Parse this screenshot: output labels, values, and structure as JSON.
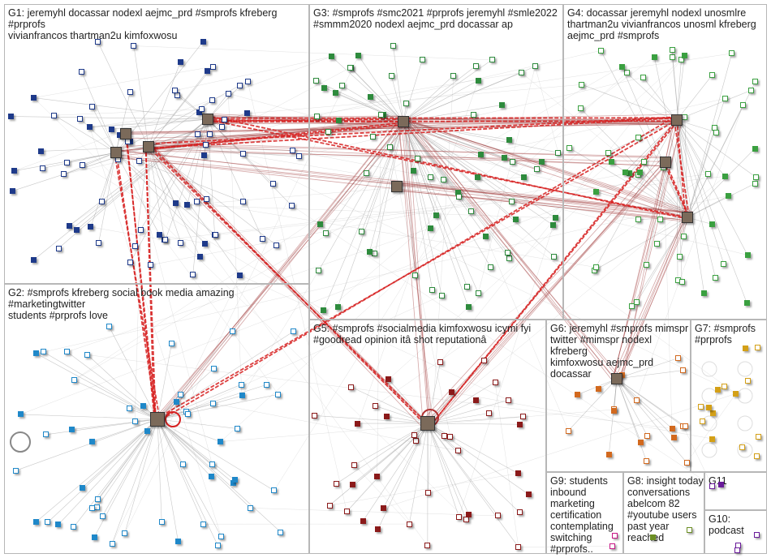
{
  "groups": [
    {
      "id": "G1",
      "label": "G1: jeremyhl docassar nodexl aejmc_prd #smprofs kfreberg #prprofs\nvivianfrancos thartman2u kimfoxwosu",
      "color": "#1e3a8a"
    },
    {
      "id": "G2",
      "label": "G2: #smprofs kfreberg social book media amazing #marketingtwitter\nstudents #prprofs love",
      "color": "#1f88c9"
    },
    {
      "id": "G3",
      "label": "G3: #smprofs #smc2021 #prprofs jeremyhl #smle2022\n#smmm2020 nodexl aejmc_prd docassar ap",
      "color": "#2e8b3d"
    },
    {
      "id": "G4",
      "label": "G4: docassar jeremyhl nodexl unosmlre\nthartman2u vivianfrancos unosml kfreberg\naejmc_prd #smprofs",
      "color": "#3aa040"
    },
    {
      "id": "G5",
      "label": "G5: #smprofs #socialmedia kimfoxwosu icymi fyi\n#goodread opinion itâ shot reputationâ",
      "color": "#8b1a1a"
    },
    {
      "id": "G6",
      "label": "G6: jeremyhl #smprofs mimspr\ntwitter #mimspr nodexl kfreberg\nkimfoxwosu aejmc_prd docassar",
      "color": "#d2691e"
    },
    {
      "id": "G7",
      "label": "G7: #smprofs\n#prprofs",
      "color": "#d4a017"
    },
    {
      "id": "G8",
      "label": "G8: insight today\nconversations\nabelcom 82\n#youtube users\npast year reached",
      "color": "#6b8e23"
    },
    {
      "id": "G9",
      "label": "G9: students\ninbound\nmarketing\ncertification\ncontemplating\nswitching\n#prprofs..",
      "color": "#c71585"
    },
    {
      "id": "G10",
      "label": "G10: podcast",
      "color": "#6a1b9a"
    },
    {
      "id": "G11",
      "label": "G11",
      "color": "#6a1b9a"
    }
  ],
  "edge_colors": {
    "strong": "#d62020",
    "medium": "#a03a3a",
    "weak": "#9a9a9a"
  }
}
